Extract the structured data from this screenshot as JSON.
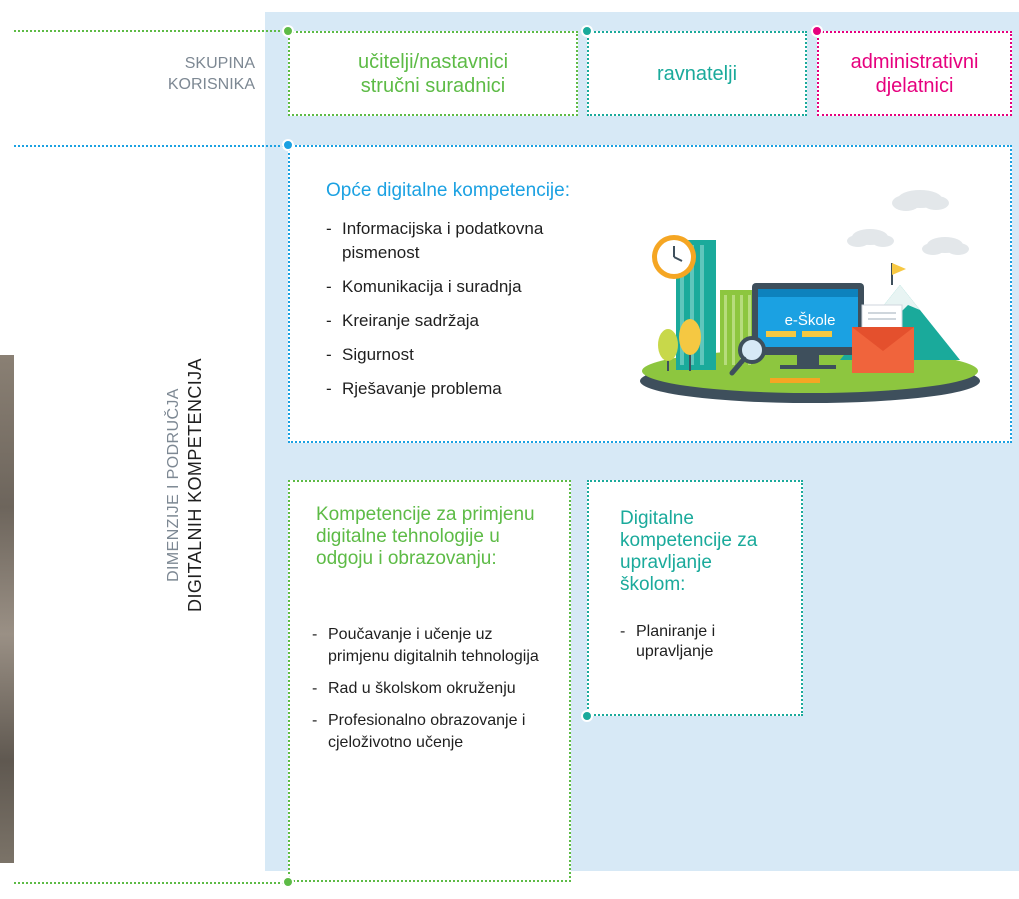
{
  "header": {
    "skupina_label": "SKUPINA\nKORISNIKA",
    "user_groups": [
      {
        "label": "učitelji/nastavnici\nstručni suradnici",
        "color": "#5dbb46"
      },
      {
        "label": "ravnatelji",
        "color": "#1aaa9b"
      },
      {
        "label": "administrativni\ndjelatnici",
        "color": "#e6007e"
      }
    ]
  },
  "side_title": {
    "line1": "DIMENZIJE I PODRUČJA",
    "line2": "DIGITALNIH KOMPETENCIJA"
  },
  "general": {
    "title": "Opće digitalne kompetencije:",
    "color": "#1ba1e2",
    "items": [
      "Informacijska i podatkovna pismenost",
      "Komunikacija i suradnja",
      "Kreiranje sadržaja",
      "Sigurnost",
      "Rješavanje problema"
    ],
    "illustration_label": "e-Škole"
  },
  "teaching": {
    "title": "Kompetencije za primjenu digitalne tehnologije u odgoju i obrazovanju:",
    "color": "#5dbb46",
    "items": [
      "Poučavanje i učenje uz primjenu digitalnih tehnologija",
      "Rad u školskom okruženju",
      "Profesionalno obrazovanje i cjeloživotno učenje"
    ]
  },
  "management": {
    "title": "Digitalne kompetencije za upravljanje školom:",
    "color": "#1aaa9b",
    "items": [
      "Planiranje i upravljanje"
    ]
  }
}
